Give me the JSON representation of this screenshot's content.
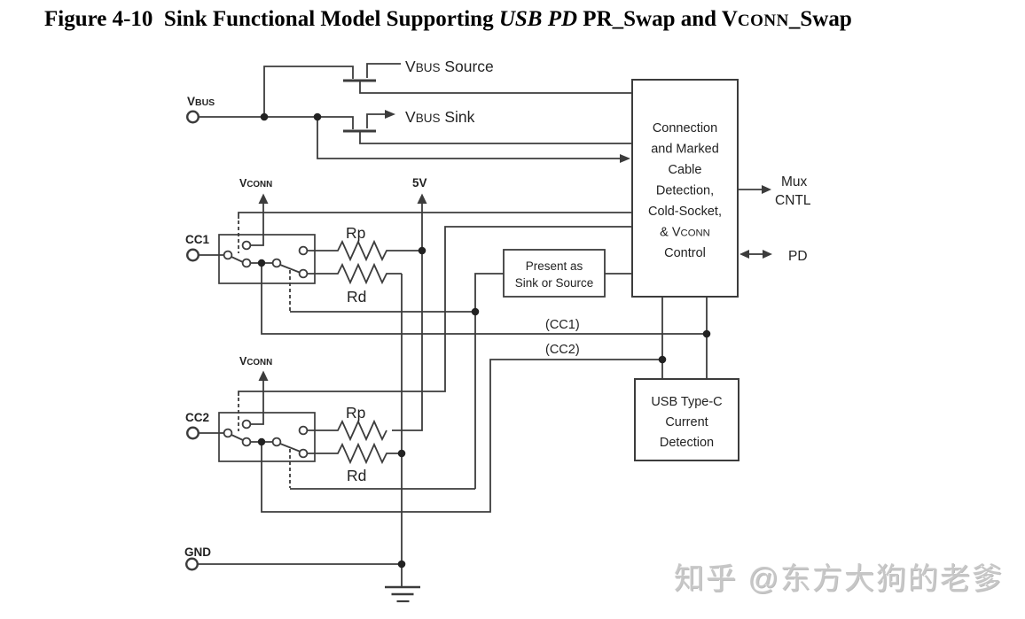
{
  "colors": {
    "wire": "#3c3c3c",
    "text": "#222222",
    "watermark": "#c7c7c7"
  },
  "title": {
    "part1": "Figure 4-10  Sink Functional Model Supporting ",
    "part2": "USB PD",
    "part3": " PR_Swap and V",
    "part4": "CONN",
    "part5": "_Swap"
  },
  "terminals": {
    "vbus": {
      "main": "V",
      "caps": "BUS"
    },
    "cc1": "CC1",
    "cc2": "CC2",
    "gnd": "GND"
  },
  "fets": {
    "source_label": {
      "main": "V",
      "caps": "BUS",
      "rest": " Source"
    },
    "sink_label": {
      "main": "V",
      "caps": "BUS",
      "rest": " Sink"
    }
  },
  "rails": {
    "vconn": {
      "main": "V",
      "caps": "CONN"
    },
    "five_v": "5V"
  },
  "resistors": {
    "rp": "Rp",
    "rd": "Rd"
  },
  "signals": {
    "cc1": "(CC1)",
    "cc2": "(CC2)"
  },
  "connection_box": {
    "lines": [
      "Connection",
      "and Marked",
      "Cable",
      "Detection,",
      "Cold-Socket,"
    ],
    "vconn_line": {
      "pre": "& V",
      "caps": "CONN"
    },
    "last_line": "Control"
  },
  "present_box": {
    "lines": [
      "Present as",
      "Sink or Source"
    ]
  },
  "typec_box": {
    "lines": [
      "USB Type-C",
      "Current",
      "Detection"
    ]
  },
  "outputs": {
    "mux_line1": "Mux",
    "mux_line2": "CNTL",
    "pd": "PD"
  },
  "watermark": "知乎 @东方大狗的老爹"
}
